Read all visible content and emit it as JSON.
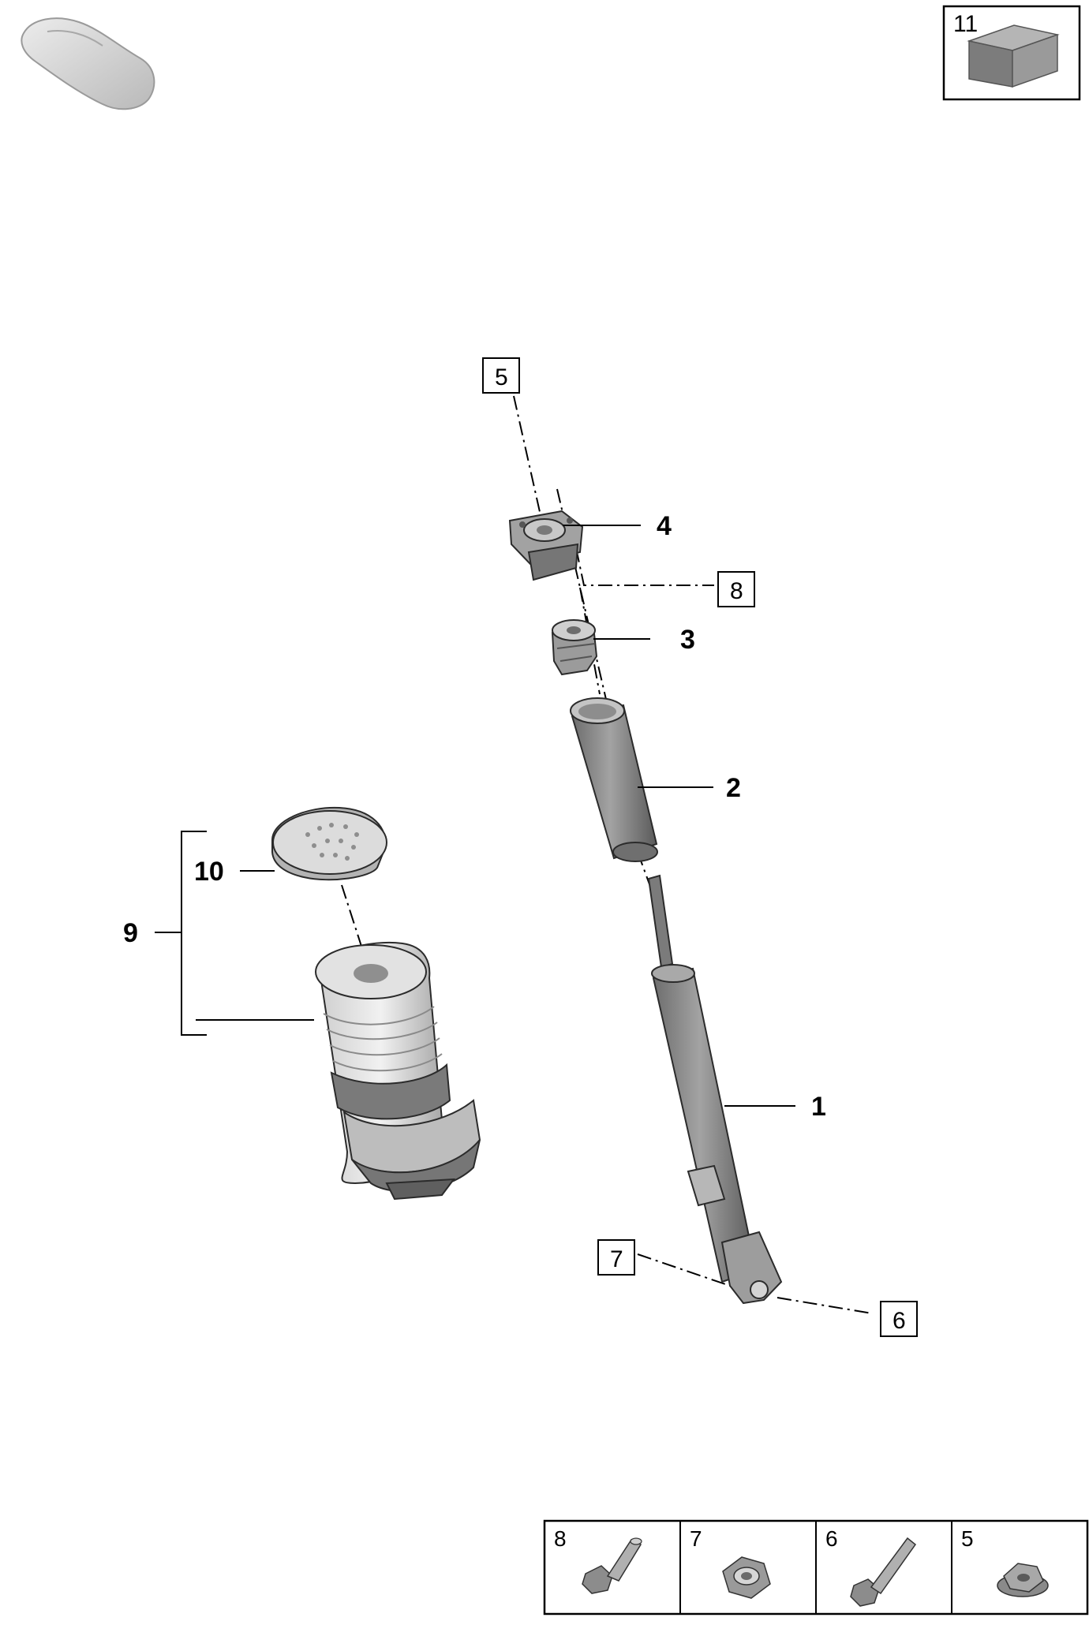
{
  "callouts": {
    "part_1": "1",
    "part_2": "2",
    "part_3": "3",
    "part_4": "4",
    "part_9": "9",
    "part_10": "10",
    "ref_5": "5",
    "ref_6": "6",
    "ref_7": "7",
    "ref_8": "8",
    "ref_11": "11"
  },
  "legend": [
    {
      "number": "8",
      "icon": "flange-bolt-icon"
    },
    {
      "number": "7",
      "icon": "hex-nut-icon"
    },
    {
      "number": "6",
      "icon": "long-bolt-icon"
    },
    {
      "number": "5",
      "icon": "flange-nut-icon"
    }
  ],
  "icons": {
    "vehicle": "car-silhouette-icon",
    "part_11": "block-icon"
  },
  "colors": {
    "part_fill": "#8a8a8a",
    "part_light": "#d9d9d9",
    "part_dark": "#5e5e5e"
  }
}
